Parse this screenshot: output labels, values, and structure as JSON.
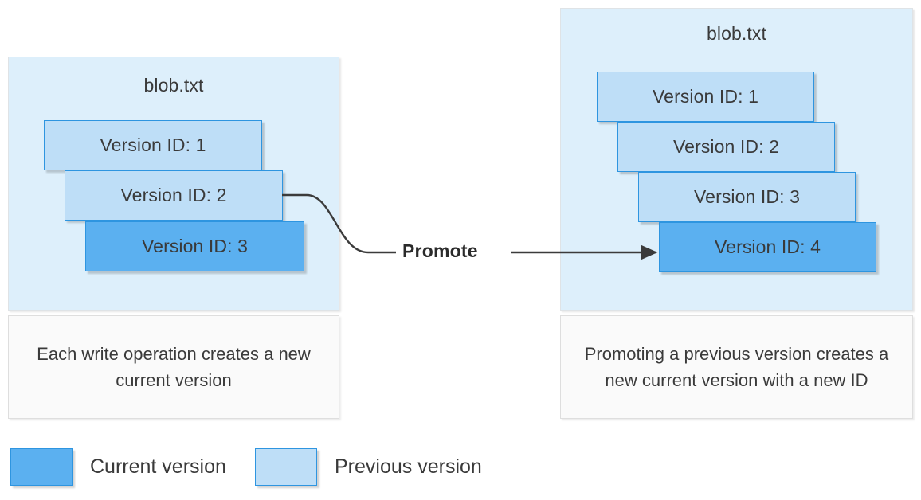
{
  "diagram": {
    "title_left": "blob.txt",
    "title_right": "blob.txt",
    "promote_label": "Promote",
    "colors": {
      "panel_background": "#ddeffb",
      "previous_version": "#bedef7",
      "current_version": "#5bb0f0",
      "card_border": "#2e95e0",
      "caption_background": "#fafafa",
      "caption_border": "#dedede",
      "connector": "#3b3b3b",
      "text": "#3a3a3a"
    }
  },
  "left_panel": {
    "title": "blob.txt",
    "versions": [
      {
        "label": "Version ID: 1",
        "state": "previous"
      },
      {
        "label": "Version ID: 2",
        "state": "previous"
      },
      {
        "label": "Version ID: 3",
        "state": "current"
      }
    ],
    "caption": "Each write operation creates a new current version"
  },
  "right_panel": {
    "title": "blob.txt",
    "versions": [
      {
        "label": "Version ID: 1",
        "state": "previous"
      },
      {
        "label": "Version ID: 2",
        "state": "previous"
      },
      {
        "label": "Version ID: 3",
        "state": "previous"
      },
      {
        "label": "Version ID: 4",
        "state": "current"
      }
    ],
    "caption": "Promoting a previous version creates a new current version with a new ID"
  },
  "legend": {
    "items": [
      {
        "label": "Current version",
        "color": "#5bb0f0"
      },
      {
        "label": "Previous version",
        "color": "#bedef7"
      }
    ]
  }
}
